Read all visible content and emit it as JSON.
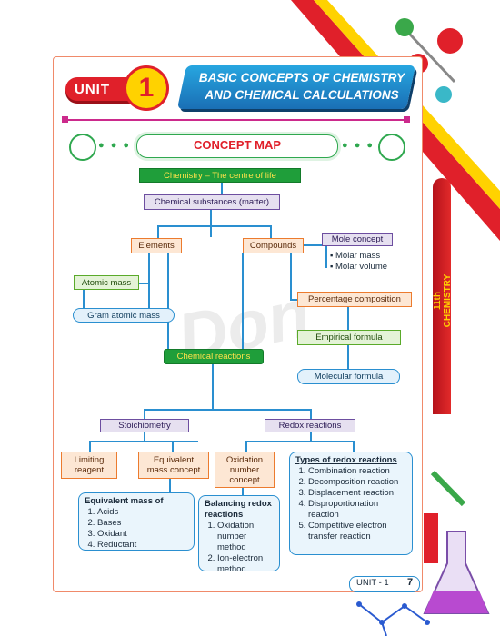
{
  "header": {
    "unit_label": "UNIT",
    "unit_number": "1",
    "title_line1": "BASIC CONCEPTS OF CHEMISTRY",
    "title_line2": "AND CHEMICAL CALCULATIONS"
  },
  "concept_map": {
    "title": "CONCEPT MAP"
  },
  "nodes": {
    "root": "Chemistry – The centre of life",
    "substances": "Chemical substances (matter)",
    "elements": "Elements",
    "compounds": "Compounds",
    "mole_concept": "Mole concept",
    "molar_mass": "Molar mass",
    "molar_volume": "Molar volume",
    "atomic_mass": "Atomic mass",
    "gram_atomic_mass": "Gram atomic mass",
    "percentage_composition": "Percentage composition",
    "empirical_formula": "Empirical formula",
    "molecular_formula": "Molecular formula",
    "chemical_reactions": "Chemical reactions",
    "stoichiometry": "Stoichiometry",
    "redox_reactions": "Redox reactions",
    "limiting_reagent": "Limiting reagent",
    "equivalent_mass": "Equivalent mass concept",
    "oxidation_number": "Oxidation number concept"
  },
  "equivalent_mass_list": {
    "heading": "Equivalent mass of",
    "items": [
      "Acids",
      "Bases",
      "Oxidant",
      "Reductant"
    ]
  },
  "balancing_list": {
    "heading": "Balancing redox reactions",
    "items": [
      "Oxidation number method",
      "Ion-electron method"
    ]
  },
  "types_list": {
    "heading": "Types of redox reactions",
    "items": [
      "Combination reaction",
      "Decomposition reaction",
      "Displacement reaction",
      "Disproportionation reaction",
      "Competitive electron transfer reaction"
    ]
  },
  "side": {
    "label": "11th CHEMISTRY"
  },
  "footer": {
    "unit": "UNIT - 1",
    "page": "7"
  },
  "watermark": "Don",
  "colors": {
    "accent_red": "#e0202a",
    "accent_blue": "#2a8fd0",
    "accent_green": "#1f9e3a",
    "accent_yellow": "#ffd200"
  }
}
